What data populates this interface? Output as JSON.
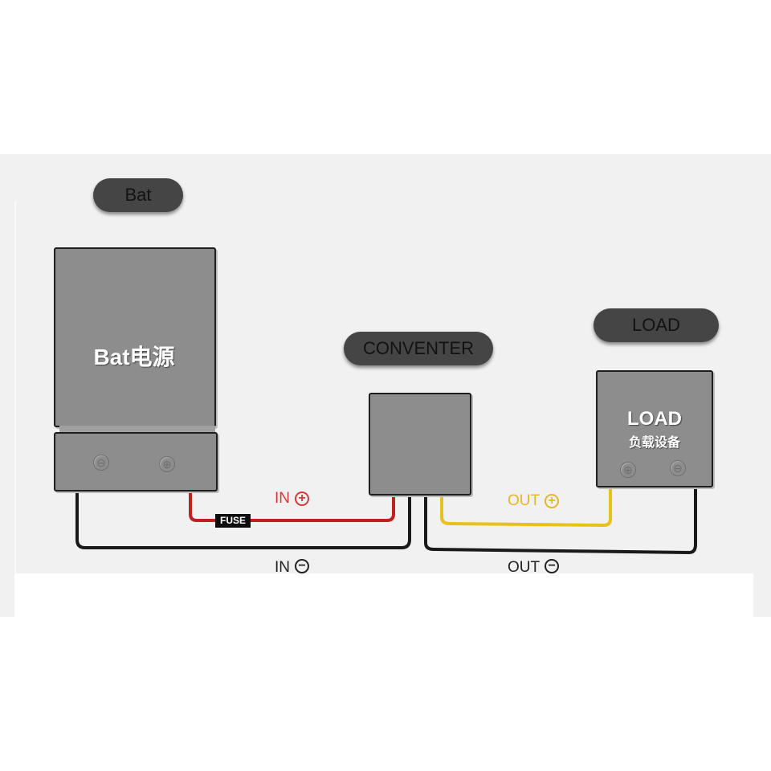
{
  "diagram": {
    "title_pills": {
      "battery": "Bat",
      "converter": "CONVENTER",
      "load": "LOAD"
    },
    "battery": {
      "label": "Bat电源",
      "terminals": {
        "negative": "⊖",
        "positive": "⊕"
      }
    },
    "converter": {
      "label": ""
    },
    "load": {
      "label_en": "LOAD",
      "label_zh": "负载设备",
      "terminals": {
        "positive": "⊕",
        "negative": "⊖"
      }
    },
    "wires": [
      {
        "id": "in-positive",
        "label": "IN",
        "polarity": "+",
        "color": "#c0201f"
      },
      {
        "id": "in-negative",
        "label": "IN",
        "polarity": "−",
        "color": "#1a1a1a"
      },
      {
        "id": "out-positive",
        "label": "OUT",
        "polarity": "+",
        "color": "#e8c21a"
      },
      {
        "id": "out-negative",
        "label": "OUT",
        "polarity": "−",
        "color": "#1a1a1a"
      }
    ],
    "fuse_label": "FUSE",
    "colors": {
      "label_in_positive": "#d23a3a",
      "label_out_positive": "#e6b52a",
      "label_negative": "#222222"
    }
  }
}
